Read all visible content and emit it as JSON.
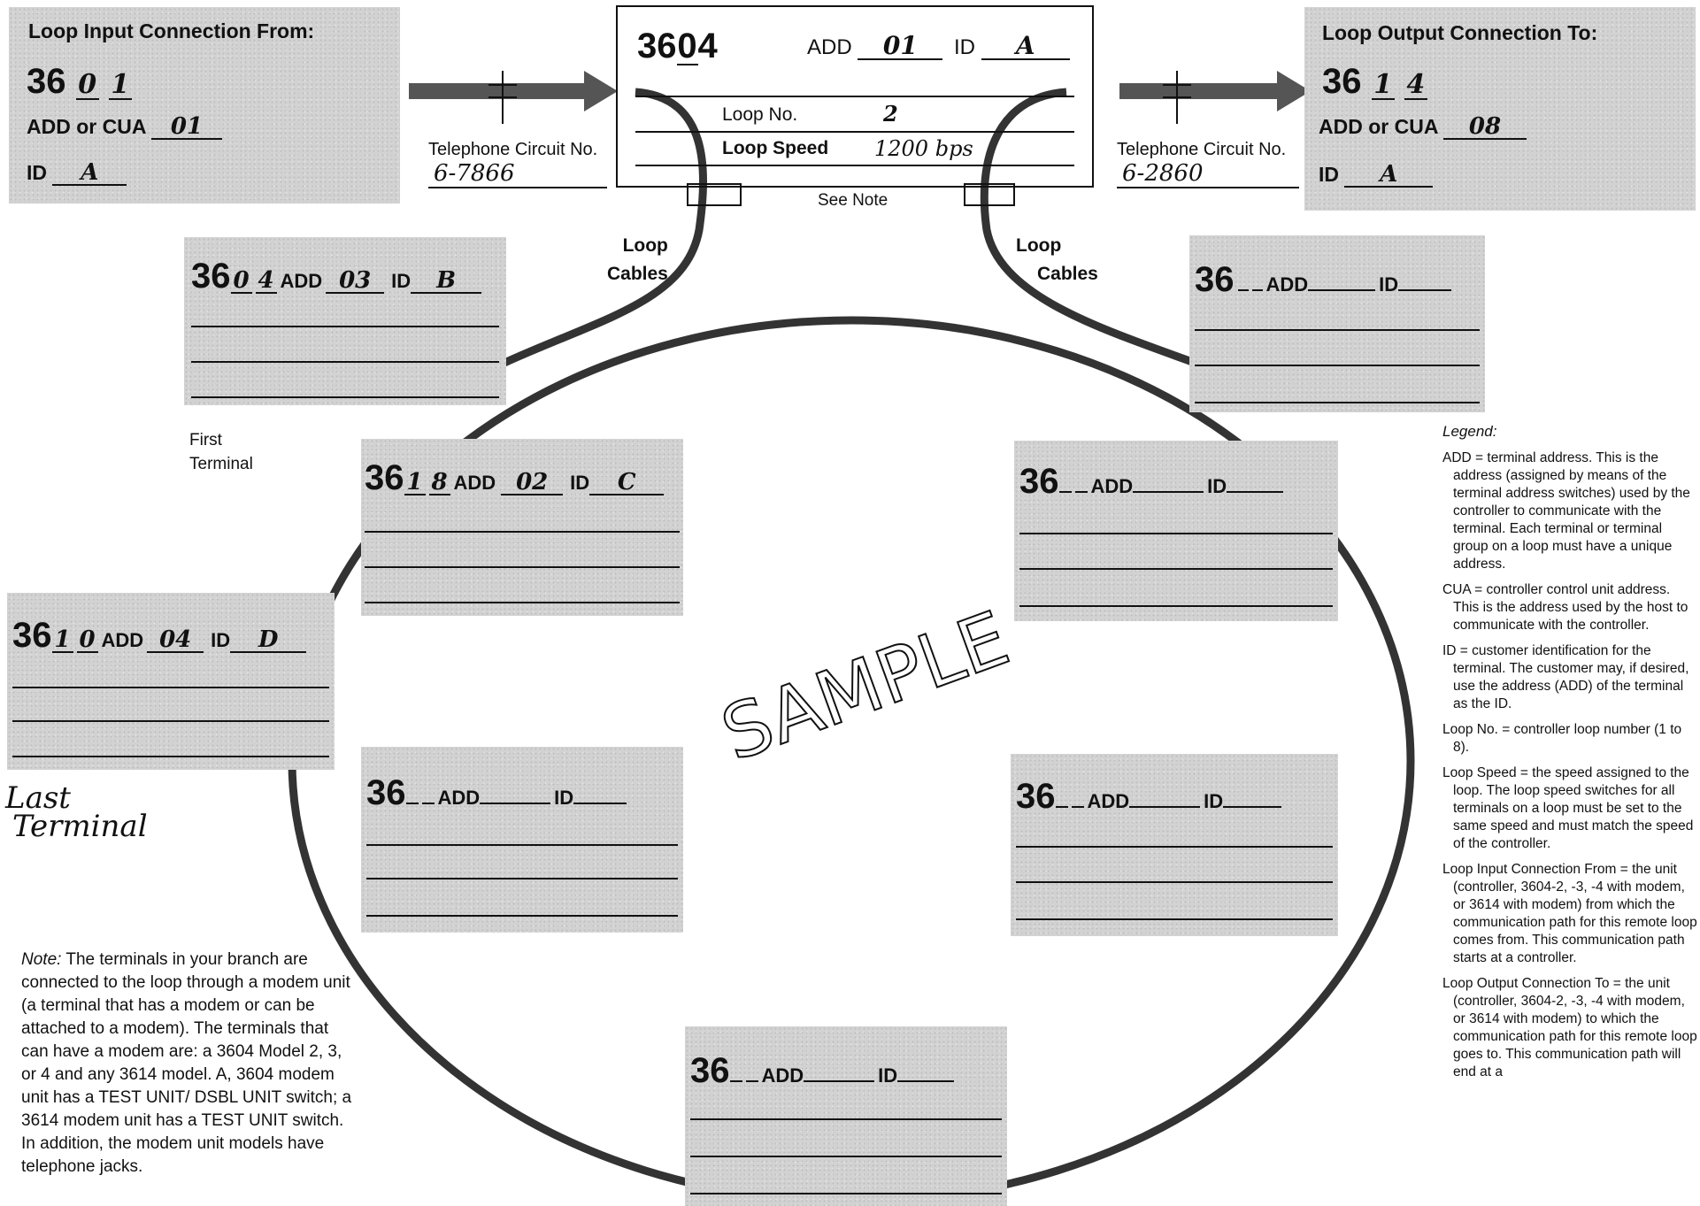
{
  "input_box": {
    "title": "Loop Input Connection From:",
    "model_prefix": "36",
    "model_digit1": "0",
    "model_digit2": "1",
    "add_label": "ADD or CUA",
    "add_value": "01",
    "id_label": "ID",
    "id_value": "A"
  },
  "output_box": {
    "title": "Loop Output Connection To:",
    "model_prefix": "36",
    "model_digit1": "1",
    "model_digit2": "4",
    "add_label": "ADD or CUA",
    "add_value": "08",
    "id_label": "ID",
    "id_value": "A"
  },
  "telephone_left": {
    "label": "Telephone Circuit No.",
    "value": "6-7866"
  },
  "telephone_right": {
    "label": "Telephone Circuit No.",
    "value": "6-2860"
  },
  "controller": {
    "model_prefix": "36",
    "model_digit1": "0",
    "model_digit2": "4",
    "add_label": "ADD",
    "add_value": "01",
    "id_label": "ID",
    "id_value": "A",
    "loop_no_label": "Loop No.",
    "loop_no_value": "2",
    "loop_speed_label": "Loop Speed",
    "loop_speed_value": "1200 bps",
    "see_note": "See Note"
  },
  "loop_cables_left": [
    "Loop",
    "Cables"
  ],
  "loop_cables_right": [
    "Loop",
    "Cables"
  ],
  "first_terminal": [
    "First",
    "Terminal"
  ],
  "last_terminal": [
    "Last",
    "Terminal"
  ],
  "sample_watermark": "SAMPLE",
  "terminals": [
    {
      "name": "t-first",
      "d1": "0",
      "d2": "4",
      "add": "03",
      "id": "B"
    },
    {
      "name": "t-second",
      "d1": "1",
      "d2": "8",
      "add": "02",
      "id": "C"
    },
    {
      "name": "t-last",
      "d1": "1",
      "d2": "0",
      "add": "04",
      "id": "D"
    },
    {
      "name": "t-blank-left",
      "d1": "",
      "d2": "",
      "add": "",
      "id": ""
    },
    {
      "name": "t-blank-bottom",
      "d1": "",
      "d2": "",
      "add": "",
      "id": ""
    },
    {
      "name": "t-blank-right-lower",
      "d1": "",
      "d2": "",
      "add": "",
      "id": ""
    },
    {
      "name": "t-blank-right-upper",
      "d1": "",
      "d2": "",
      "add": "",
      "id": ""
    },
    {
      "name": "t-blank-right-top",
      "d1": "",
      "d2": "",
      "add": "",
      "id": ""
    }
  ],
  "terminal_labels": {
    "prefix": "36",
    "add": "ADD",
    "id": "ID"
  },
  "note": {
    "label": "Note:",
    "text": " The terminals in your branch are connected to the loop through a modem unit (a terminal that has a modem or can be attached to a modem). The terminals that can have a modem are: a 3604 Model 2, 3, or 4 and any 3614 model. A, 3604 modem unit has a TEST UNIT/ DSBL UNIT switch; a 3614 modem unit has a TEST UNIT switch. In addition, the modem unit models have telephone jacks."
  },
  "legend": {
    "title": "Legend:",
    "items": [
      "ADD = terminal address. This is the address (assigned by means of the terminal address switches) used by the controller to communicate with the terminal. Each terminal or terminal group on a loop must have a unique address.",
      "CUA = controller control unit address. This is the address used by the host to communicate with the controller.",
      "ID = customer identification for the terminal. The customer may, if desired, use the address (ADD) of the terminal as the ID.",
      "Loop No. = controller loop number (1 to 8).",
      "Loop Speed = the speed assigned to the loop. The loop speed switches for all terminals on a loop must be set to the same speed and must match the speed of the controller.",
      "Loop Input Connection From = the unit (controller, 3604-2, -3, -4 with modem, or 3614 with modem) from which the communication path for this remote loop comes from. This communication path starts at a controller.",
      "Loop Output Connection To = the unit (controller, 3604-2, -3, -4 with modem, or 3614 with modem) to which the communication path for this remote loop goes to. This communication path will end at a"
    ]
  }
}
